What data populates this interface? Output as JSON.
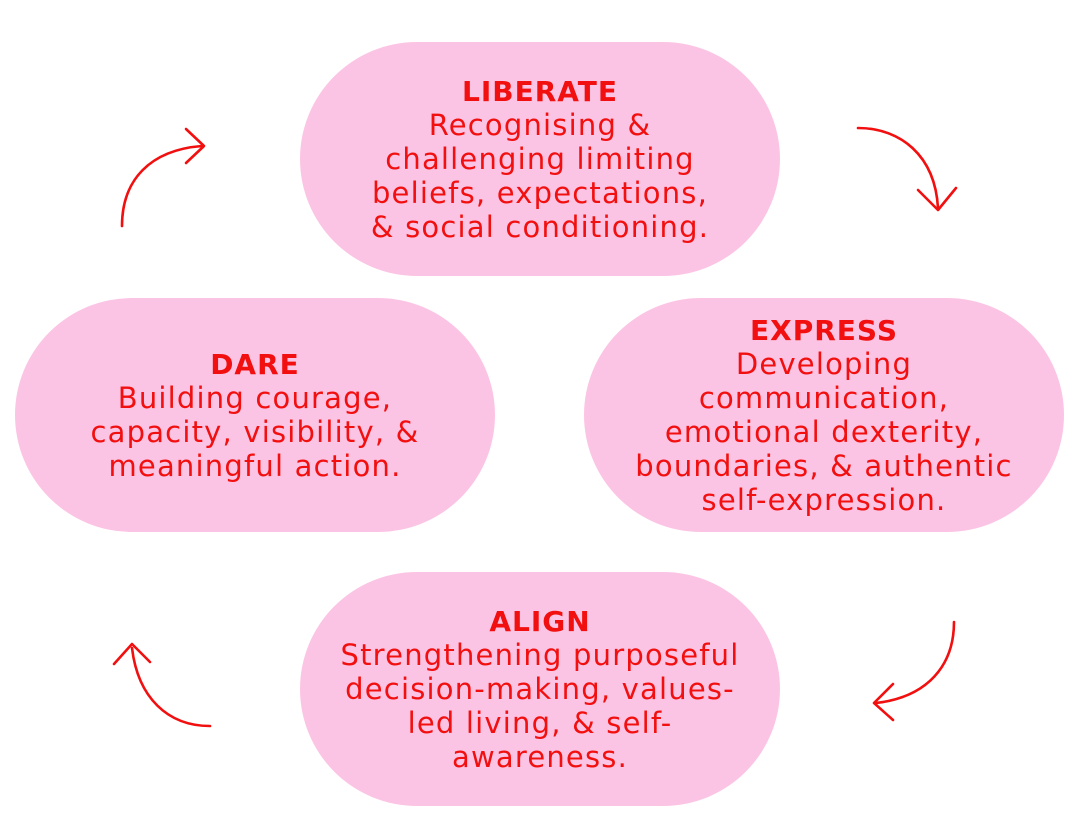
{
  "colors": {
    "pill_fill": "#fcc4e4",
    "text": "#f20f0f",
    "arrow": "#f20f0f"
  },
  "nodes": {
    "liberate": {
      "title": "LIBERATE",
      "description": "Recognising &\nchallenging limiting\nbeliefs, expectations,\n& social conditioning."
    },
    "express": {
      "title": "EXPRESS",
      "description": "Developing\ncommunication,\nemotional dexterity,\nboundaries, & authentic\nself-expression."
    },
    "align": {
      "title": "ALIGN",
      "description": "Strengthening purposeful\ndecision-making, values-\nled living, & self-\nawareness."
    },
    "dare": {
      "title": "DARE",
      "description": "Building courage,\ncapacity, visibility, &\nmeaningful action."
    }
  },
  "flow": [
    "liberate",
    "express",
    "align",
    "dare"
  ],
  "arrow_icons": [
    "arrow-clockwise-icon"
  ]
}
